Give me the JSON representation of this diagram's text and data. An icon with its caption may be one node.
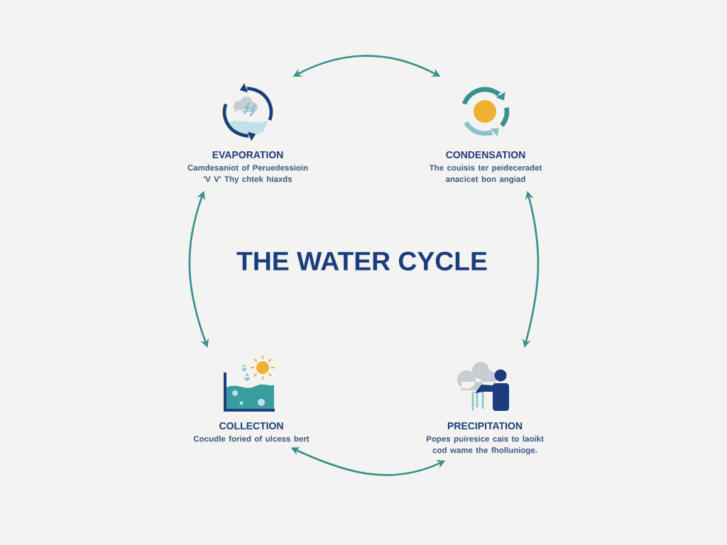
{
  "diagram": {
    "title": "THE WATER CYCLE",
    "nodes": [
      {
        "text": [
          "EVAPORATION",
          "Camdesaniot of Peruedessioin 'V V' Thy chtek hiaxds"
        ]
      },
      {
        "text": [
          "CONDENSATION",
          "The couisis ter peideceradet anacicet bon angiad"
        ]
      },
      {
        "text": [
          "COLLECTION",
          "Cocudle foried of ulcess bert"
        ]
      },
      {
        "text": [
          "PRECIPITATION",
          "Popes puiresice cais to laoikt cod wame the fhollunioge."
        ]
      }
    ],
    "edges": [
      {
        "from": 0,
        "to": 1,
        "arrow": "both"
      },
      {
        "from": 1,
        "to": 3,
        "arrow": "both"
      },
      {
        "from": 3,
        "to": 2,
        "arrow": "both"
      },
      {
        "from": 2,
        "to": 0,
        "arrow": "both"
      }
    ]
  }
}
